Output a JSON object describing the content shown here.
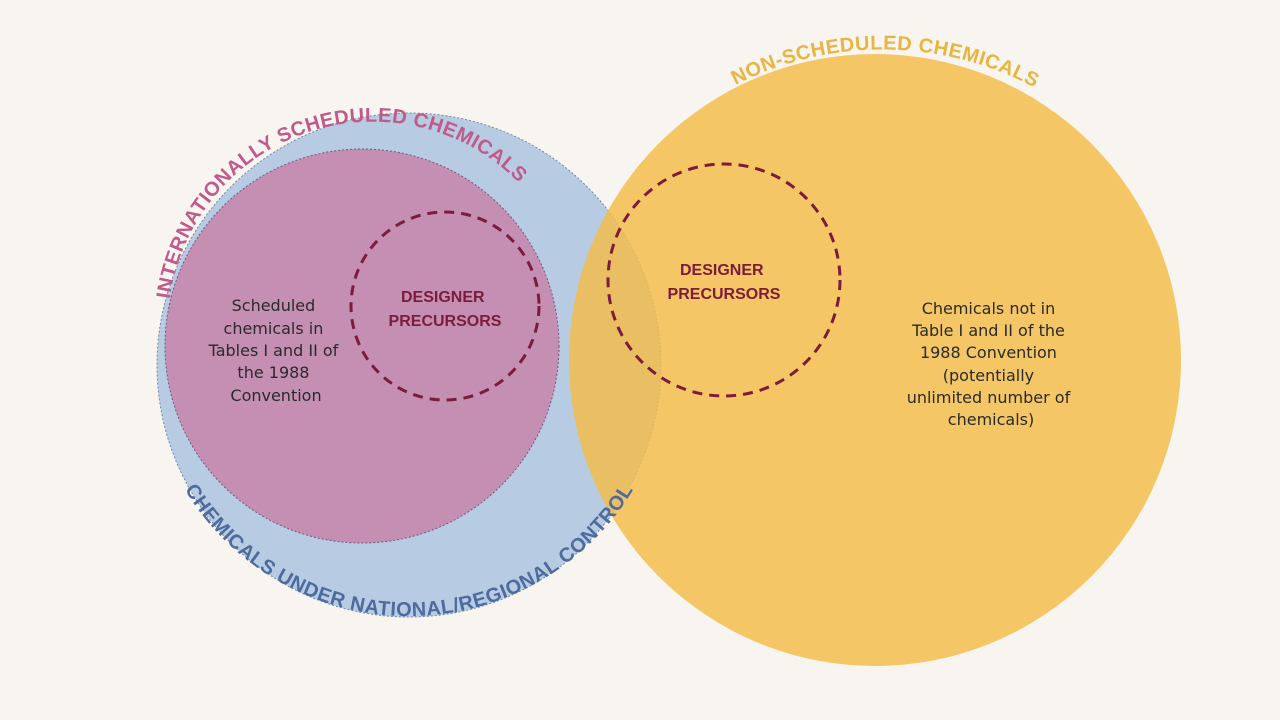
{
  "labels": {
    "national_control": "CHEMICALS UNDER NATIONAL/REGIONAL CONTROL",
    "internationally_scheduled": "INTERNATIONALLY SCHEDULED CHEMICALS",
    "non_scheduled": "NON-SCHEDULED CHEMICALS"
  },
  "scheduled_description": [
    "Scheduled",
    "chemicals in",
    "Tables I and II of",
    "the 1988",
    "Convention"
  ],
  "non_scheduled_description": [
    "Chemicals not in",
    "Table I and II of the",
    "1988 Convention",
    "(potentially",
    "unlimited number of",
    "chemicals)"
  ],
  "designer_precursors_left": [
    "DESIGNER",
    "PRECURSORS"
  ],
  "designer_precursors_right": [
    "DESIGNER",
    "PRECURSORS"
  ],
  "colors": {
    "background": "#f8f5f0",
    "national_fill": "#b7cbe2",
    "international_fill": "#c48fb3",
    "non_scheduled_fill": "#f3bd4c",
    "national_text": "#4d6b9c",
    "international_text": "#c05a8a",
    "non_scheduled_text": "#e9b540",
    "designer_stroke": "#7b1c3c",
    "designer_text": "#7b1c3c"
  }
}
